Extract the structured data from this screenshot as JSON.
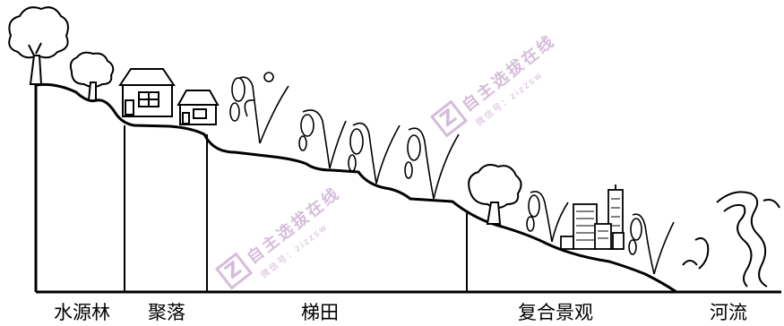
{
  "labels": {
    "forest": "水源林",
    "village": "聚落",
    "terrace": "梯田",
    "composite": "复合景观",
    "river": "河流"
  },
  "watermark": {
    "brand": "自主选拔在线",
    "wechat": "微信号：zizzsw"
  },
  "colors": {
    "line": "#000000",
    "watermark": "#c9a6cf"
  }
}
